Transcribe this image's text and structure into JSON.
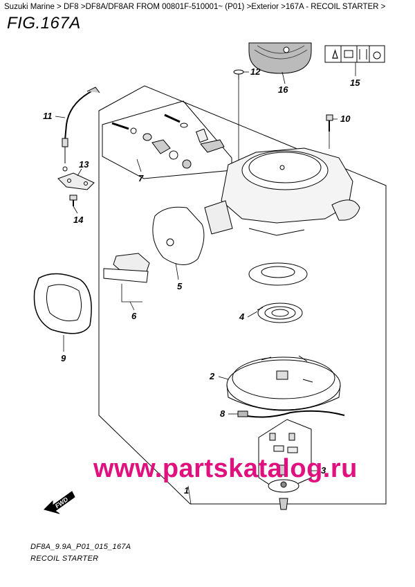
{
  "breadcrumb": "Suzuki Marine > DF8 >DF8A/DF8AR FROM 00801F-510001~ (P01) >Exterior >167A - RECOIL STARTER >",
  "figure": {
    "title": "FIG.167A"
  },
  "callouts": {
    "c1": "1",
    "c2": "2",
    "c3": "3",
    "c4": "4",
    "c5": "5",
    "c6": "6",
    "c7": "7",
    "c8": "8",
    "c9": "9",
    "c10": "10",
    "c11": "11",
    "c12": "12",
    "c13": "13",
    "c14": "14",
    "c15": "15",
    "c16": "16"
  },
  "fwd_label": "FWD",
  "footer": {
    "code": "DF8A_9.9A_P01_015_167A",
    "name": "RECOIL STARTER"
  },
  "watermark": "www.partskatalog.ru"
}
